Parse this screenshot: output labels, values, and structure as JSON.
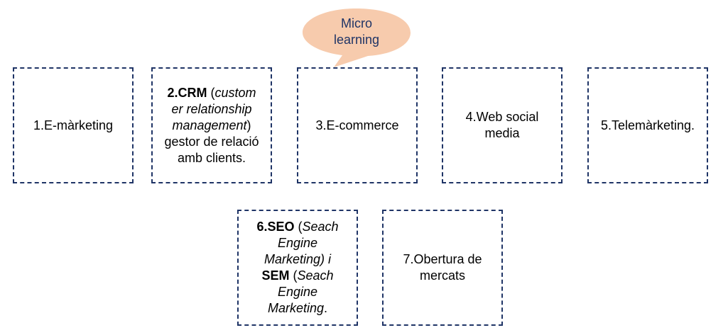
{
  "callout": {
    "line1": "Micro",
    "line2": "learning",
    "fill_color": "#f7cbad",
    "text_color": "#1f3466"
  },
  "boxes": [
    {
      "id": 1,
      "text": "1.E-màrketing"
    },
    {
      "id": 2,
      "bold": "2.CRM",
      "italic_part1": "custom",
      "italic_part2": "er relationship",
      "italic_part3": "management",
      "rest1": "gestor de relació",
      "rest2": "amb clients."
    },
    {
      "id": 3,
      "text": "3.E-commerce"
    },
    {
      "id": 4,
      "line1": "4.Web social",
      "line2": "media"
    },
    {
      "id": 5,
      "text": "5.Telemàrketing."
    },
    {
      "id": 6,
      "bold1": "6.SEO",
      "italic1": "Seach",
      "italic2": "Engine",
      "italic3": "Marketing) i",
      "bold2": "SEM",
      "italic4": "Seach",
      "italic5": "Engine",
      "italic6": "Marketing"
    },
    {
      "id": 7,
      "line1": "7.Obertura de",
      "line2": "mercats"
    }
  ],
  "border_color": "#1f3466"
}
